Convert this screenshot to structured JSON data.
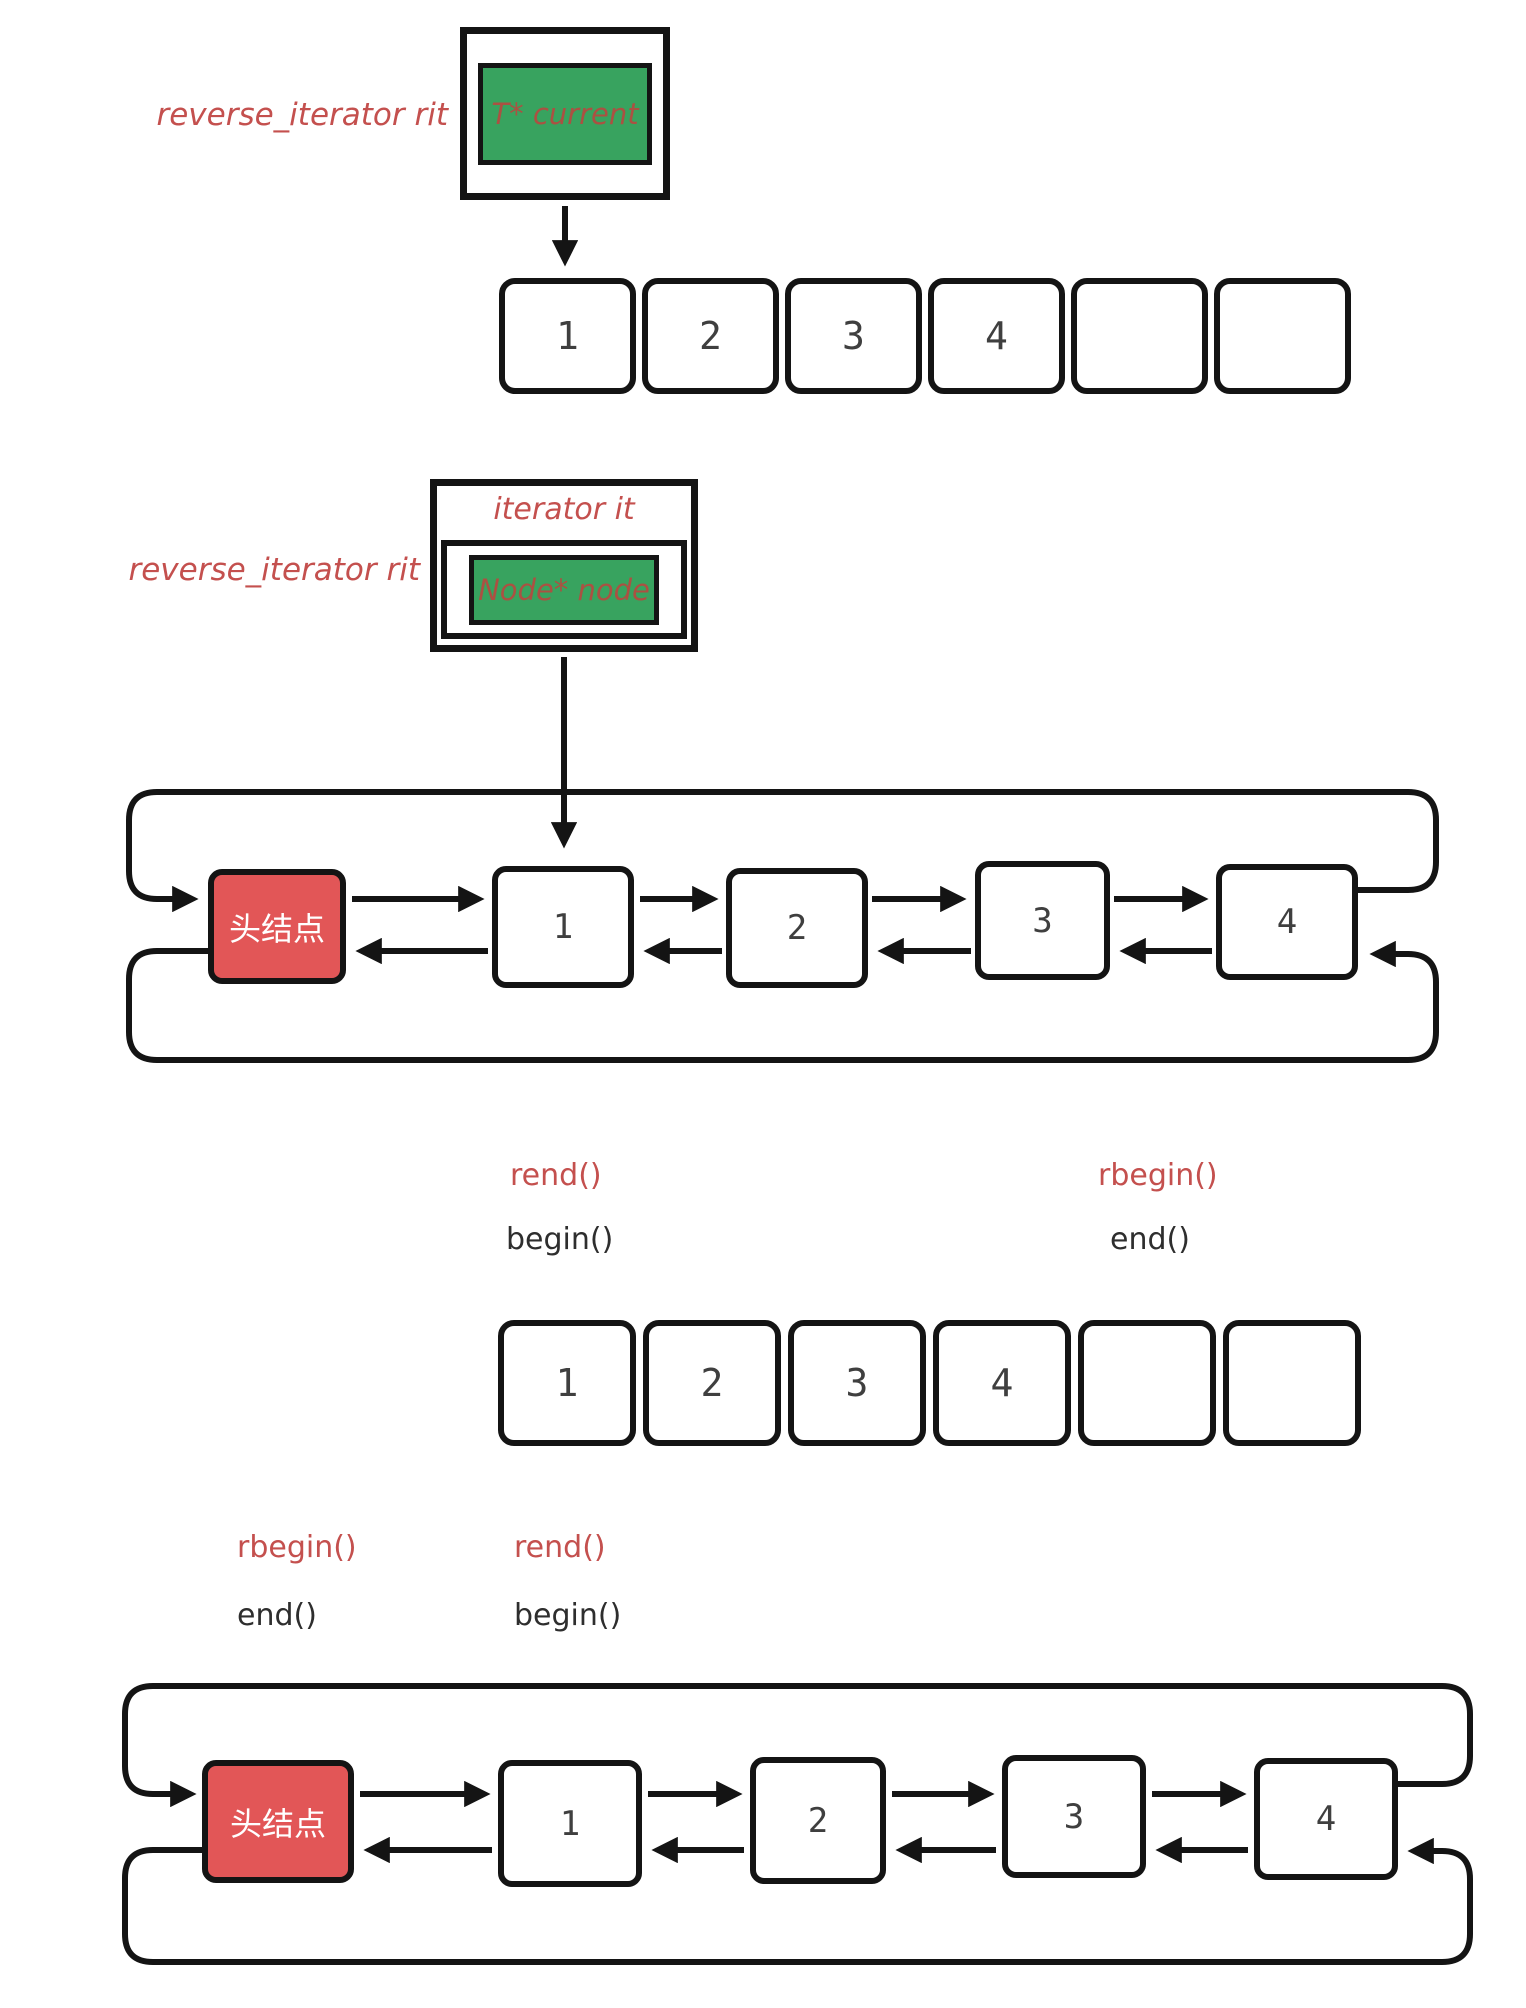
{
  "colors": {
    "label_red": "#c4504e",
    "member_text": "#ab5142",
    "green_fill": "#38a35f",
    "head_node_red": "#e25657",
    "line_black": "#141414",
    "digit_gray": "#3f3f3f",
    "black_label": "#2e2e2e"
  },
  "section1": {
    "label": "reverse_iterator rit",
    "member": "T* current",
    "array": {
      "cells": [
        "1",
        "2",
        "3",
        "4",
        "",
        ""
      ]
    }
  },
  "section2": {
    "title": "iterator it",
    "label": "reverse_iterator rit",
    "member": "Node* node",
    "list": {
      "head": "头结点",
      "nodes": [
        "1",
        "2",
        "3",
        "4"
      ]
    }
  },
  "section3": {
    "labels": {
      "left_top": "rend()",
      "left_bottom": "begin()",
      "right_top": "rbegin()",
      "right_bottom": "end()"
    },
    "array": {
      "cells": [
        "1",
        "2",
        "3",
        "4",
        "",
        ""
      ]
    }
  },
  "section4": {
    "labels": {
      "left_top": "rbegin()",
      "left_bottom": "end()",
      "mid_top": "rend()",
      "mid_bottom": "begin()"
    },
    "list": {
      "head": "头结点",
      "nodes": [
        "1",
        "2",
        "3",
        "4"
      ]
    }
  }
}
